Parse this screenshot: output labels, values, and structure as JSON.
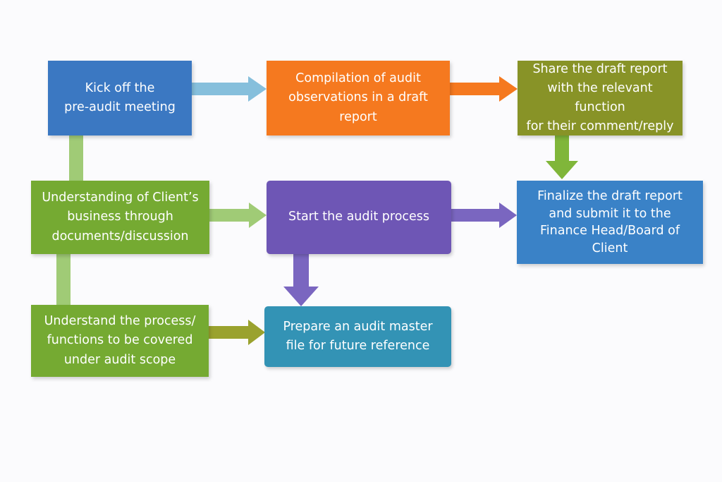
{
  "diagram": {
    "colors": {
      "blue": "#3b78c2",
      "orange": "#f5791f",
      "olive": "#889327",
      "green": "#75aa32",
      "purple": "#6e56b5",
      "azure": "#3a82c7",
      "teal": "#3393b5",
      "connector_light_blue": "#86bfdc",
      "connector_light_green": "#a0cb76",
      "connector_purple": "#7a66c0",
      "connector_olive": "#9aa22e"
    },
    "steps": {
      "kickoff": {
        "lines": [
          "Kick off the",
          "pre-audit meeting"
        ]
      },
      "understanding_business": {
        "lines": [
          "Understanding of Client’s",
          "business through",
          "documents/discussion"
        ]
      },
      "understand_process": {
        "lines": [
          "Understand the process/",
          "functions to be covered",
          "under audit scope"
        ]
      },
      "compilation": {
        "lines": [
          "Compilation of audit",
          "observations in a draft",
          "report"
        ]
      },
      "start_audit": {
        "lines": [
          "Start the audit process"
        ]
      },
      "master_file": {
        "lines": [
          "Prepare an audit master",
          "file for future reference"
        ]
      },
      "share_draft": {
        "lines": [
          "Share the draft report",
          "with the relevant function",
          "for their comment/reply"
        ]
      },
      "finalize": {
        "lines": [
          "Finalize the draft report",
          "and submit it to the",
          "Finance Head/Board of",
          "Client"
        ]
      }
    }
  }
}
